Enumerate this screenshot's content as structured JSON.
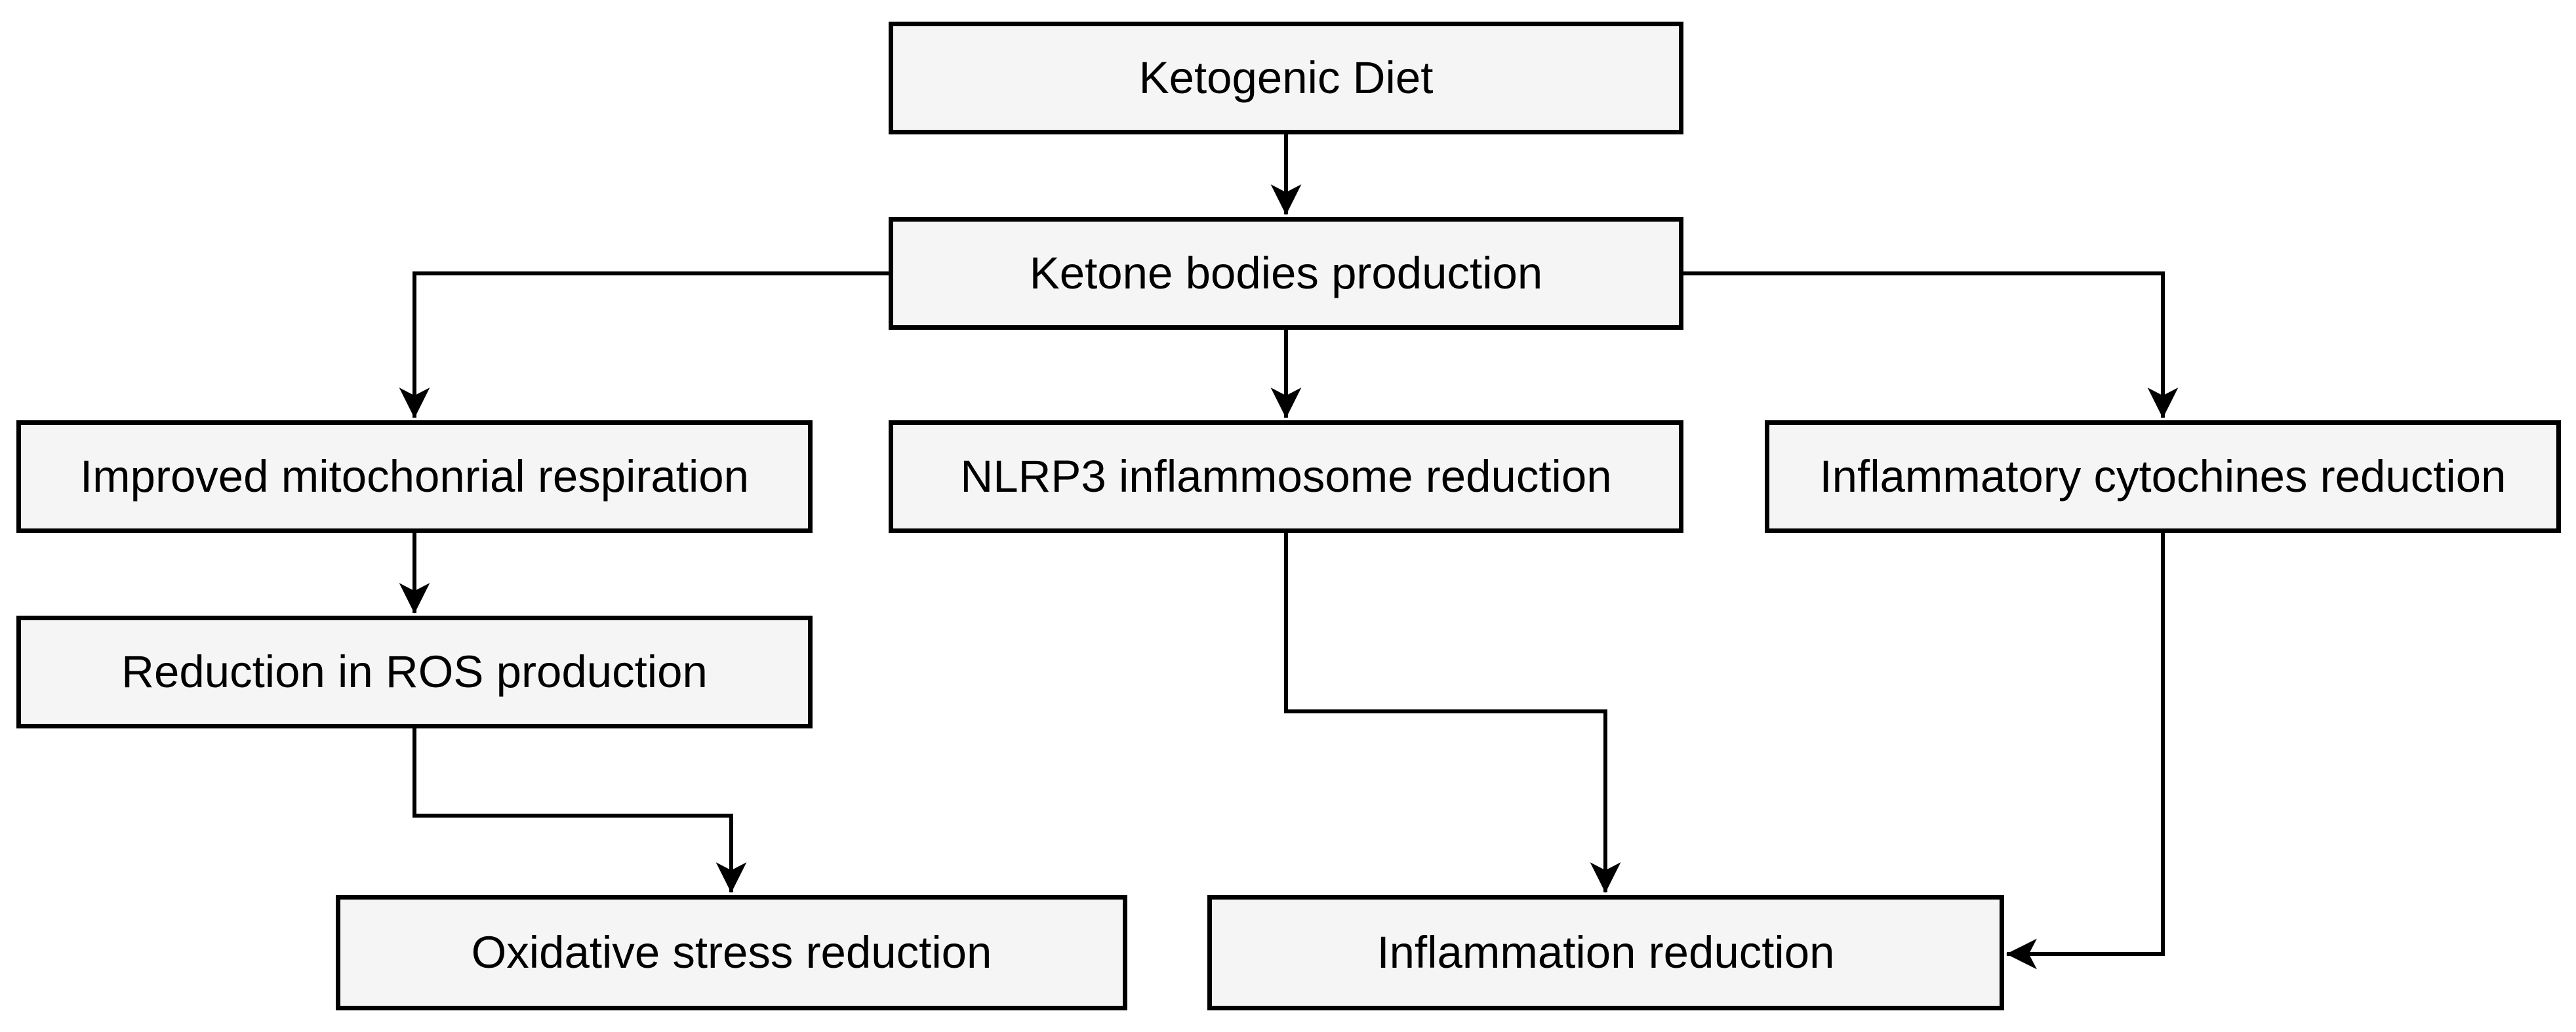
{
  "diagram": {
    "background_color": "#ffffff",
    "node_fill_color": "#f5f5f5",
    "node_border_color": "#000000",
    "connector_color": "#000000",
    "nodes": {
      "ketogenic": {
        "label": "Ketogenic Diet"
      },
      "ketone_bodies": {
        "label": "Ketone bodies production"
      },
      "mitochondrial": {
        "label": "Improved mitochonrial respiration"
      },
      "nlrp3": {
        "label": "NLRP3 inflammosome reduction"
      },
      "cytokines": {
        "label": "Inflammatory cytochines reduction"
      },
      "ros": {
        "label": "Reduction in ROS production"
      },
      "oxidative": {
        "label": "Oxidative stress reduction"
      },
      "inflammation": {
        "label": "Inflammation reduction"
      }
    },
    "edges": [
      {
        "from": "ketogenic",
        "to": "ketone_bodies"
      },
      {
        "from": "ketone_bodies",
        "to": "mitochondrial"
      },
      {
        "from": "ketone_bodies",
        "to": "nlrp3"
      },
      {
        "from": "ketone_bodies",
        "to": "cytokines"
      },
      {
        "from": "mitochondrial",
        "to": "ros"
      },
      {
        "from": "ros",
        "to": "oxidative"
      },
      {
        "from": "nlrp3",
        "to": "inflammation"
      },
      {
        "from": "cytokines",
        "to": "inflammation"
      }
    ]
  }
}
